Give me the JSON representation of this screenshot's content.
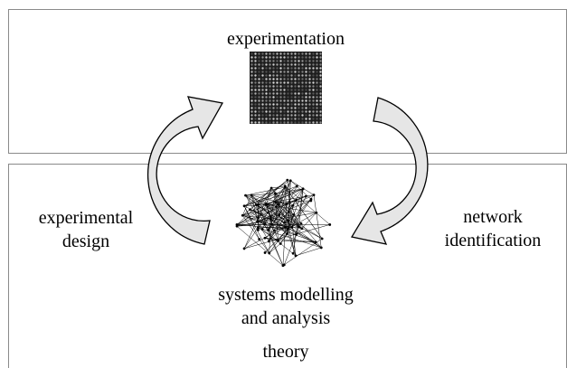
{
  "top_panel": {
    "title": "experimentation"
  },
  "bottom_panel": {
    "left_label": {
      "line1": "experimental",
      "line2": "design"
    },
    "right_label": {
      "line1": "network",
      "line2": "identification"
    },
    "center_label": {
      "line1": "systems modelling",
      "line2": "and analysis"
    },
    "footer": "theory"
  },
  "colors": {
    "arrow_fill": "#e6e6e6",
    "border": "#8a8a8a"
  },
  "icons": {
    "microarray": "microarray-image-icon",
    "network": "network-graph-icon"
  }
}
